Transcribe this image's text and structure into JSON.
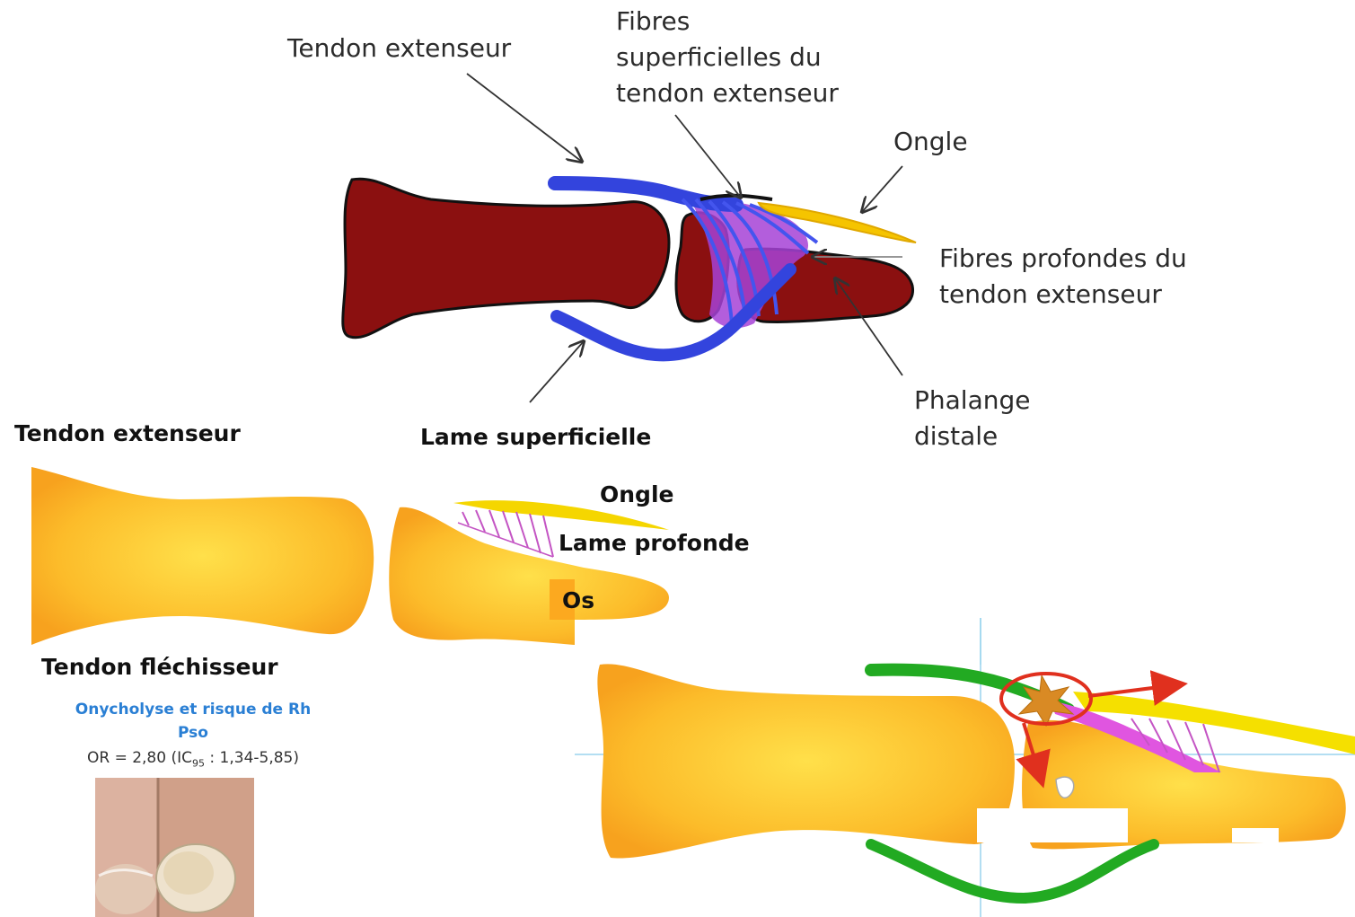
{
  "top_diagram": {
    "labels": {
      "tendon_extenseur": "Tendon extenseur",
      "fibres_superficielles": [
        "Fibres",
        "superficielles du",
        "tendon extenseur"
      ],
      "ongle": "Ongle",
      "fibres_profondes": [
        "Fibres profondes du",
        "tendon extenseur"
      ],
      "phalange_distale": [
        "Phalange",
        "distale"
      ],
      "lame_superficielle": "Lame superficielle"
    }
  },
  "bottom_left_diagram": {
    "labels": {
      "tendon_extenseur": "Tendon extenseur",
      "ongle": "Ongle",
      "lame_profonde": "Lame profonde",
      "os": "Os",
      "tendon_flechisseur": "Tendon fléchisseur"
    }
  },
  "stat_box": {
    "title_line1": "Onycholyse et risque de Rh",
    "title_line2": "Pso",
    "or_prefix": "OR = 2,80 (IC",
    "or_subscript": "95",
    "or_suffix": " : 1,34-5,85)"
  },
  "colors": {
    "bone_dark": "#8b1010",
    "tendon_blue": "#3344dd",
    "fibres_purple": "#9933cc",
    "nail_yellow": "#f5c400",
    "bone_orange": "#fbb52a",
    "tendon_green": "#22aa22",
    "alert_red": "#e0301e",
    "stat_blue": "#2a7fd4"
  }
}
